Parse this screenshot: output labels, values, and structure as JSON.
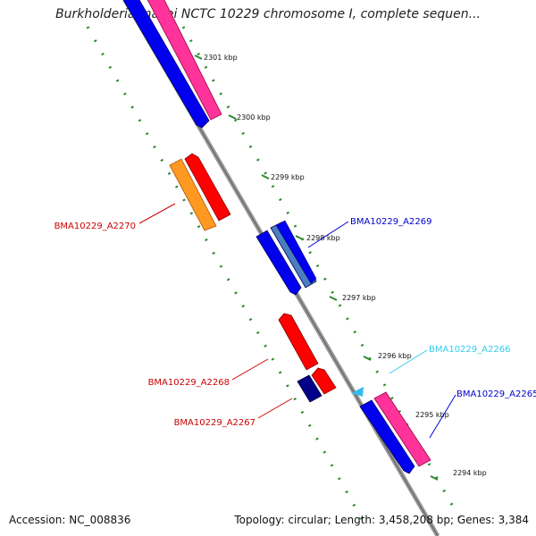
{
  "header": {
    "title": "Burkholderia mallei NCTC 10229 chromosome I, complete sequen..."
  },
  "footer": {
    "accession": "Accession: NC_008836",
    "summary": "Topology: circular; Length: 3,458,208 bp; Genes: 3,384"
  },
  "ruler": {
    "ticks": [
      {
        "label": "2301 kbp"
      },
      {
        "label": "2300 kbp"
      },
      {
        "label": "2299 kbp"
      },
      {
        "label": "2298 kbp"
      },
      {
        "label": "2297 kbp"
      },
      {
        "label": "2296 kbp"
      },
      {
        "label": "2295 kbp"
      },
      {
        "label": "2294 kbp"
      }
    ]
  },
  "genes": [
    {
      "label": "BMA10229_A2270",
      "color": "#cc0000"
    },
    {
      "label": "BMA10229_A2269",
      "color": "#0000cc"
    },
    {
      "label": "BMA10229_A2268",
      "color": "#cc0000"
    },
    {
      "label": "BMA10229_A2267",
      "color": "#cc0000"
    },
    {
      "label": "BMA10229_A2266",
      "color": "#33ccee"
    },
    {
      "label": "BMA10229_A2265",
      "color": "#0000cc"
    }
  ],
  "colors": {
    "backbone": "#888888",
    "dots": "#228b22",
    "forward_cds": "#ff0000",
    "reverse_cds": "#0000ff",
    "rna": "#ff3399",
    "orange": "#ff9922",
    "steel": "#4682b4",
    "navy": "#000080",
    "cyan": "#33bbee"
  }
}
